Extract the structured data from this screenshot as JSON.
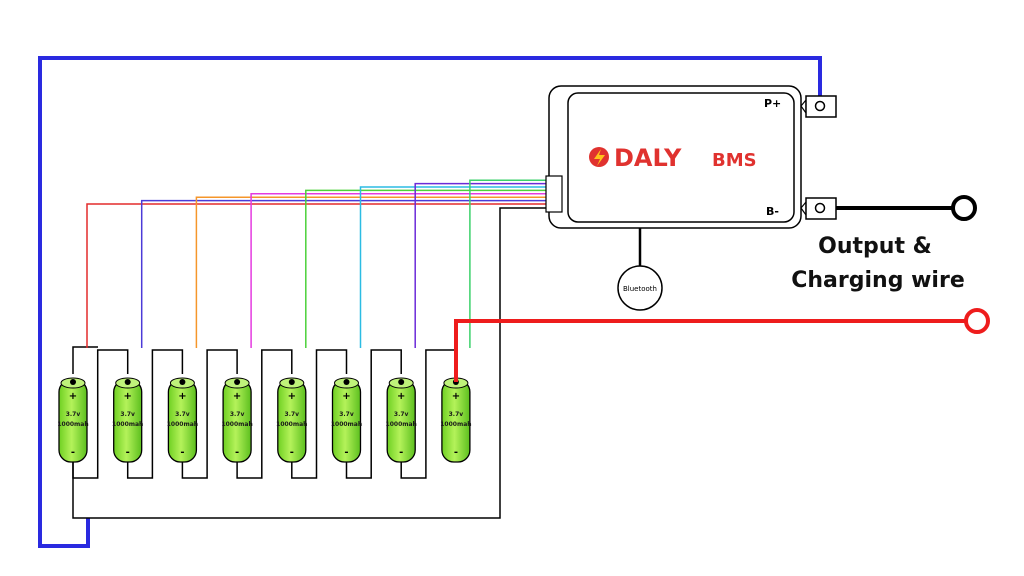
{
  "bms": {
    "brand_name": "DALY",
    "brand_suffix": "BMS",
    "brand_color": "#e0322f",
    "p_plus_label": "P+",
    "b_minus_label": "B-",
    "bluetooth_label": "Bluetooth"
  },
  "output_label_line1": "Output &",
  "output_label_line2": "Charging wire",
  "cell_count": 8,
  "cells": [
    {
      "voltage": "3.7v",
      "capacity": "1000mah",
      "plus": "+",
      "minus": "-"
    },
    {
      "voltage": "3.7v",
      "capacity": "1000mah",
      "plus": "+",
      "minus": "-"
    },
    {
      "voltage": "3.7v",
      "capacity": "1000mah",
      "plus": "+",
      "minus": "-"
    },
    {
      "voltage": "3.7v",
      "capacity": "1000mah",
      "plus": "+",
      "minus": "-"
    },
    {
      "voltage": "3.7v",
      "capacity": "1000mah",
      "plus": "+",
      "minus": "-"
    },
    {
      "voltage": "3.7v",
      "capacity": "1000mah",
      "plus": "+",
      "minus": "-"
    },
    {
      "voltage": "3.7v",
      "capacity": "1000mah",
      "plus": "+",
      "minus": "-"
    },
    {
      "voltage": "3.7v",
      "capacity": "1000mah",
      "plus": "+",
      "minus": "-"
    }
  ],
  "balance_wire_colors": [
    "#e32b2b",
    "#4b3bd8",
    "#f5962b",
    "#e43be0",
    "#4cd13b",
    "#2bbce3",
    "#6b2bd8",
    "#3bd16b"
  ],
  "colors": {
    "cell_fill": "#8ee63b",
    "cell_fill_dark": "#5cbf1e",
    "blue_wire": "#2a2ae0",
    "red_wire": "#ee1c1c",
    "black_wire": "#000000"
  }
}
